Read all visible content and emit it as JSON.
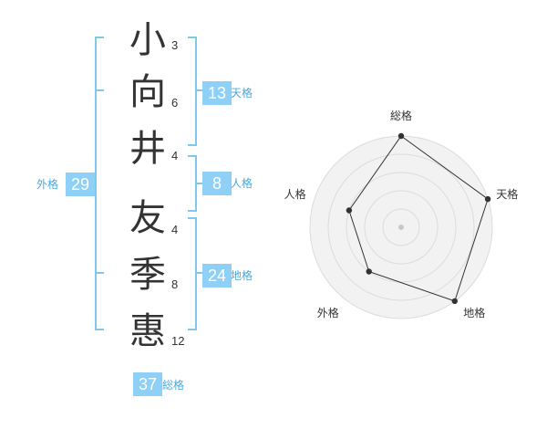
{
  "name_chars": [
    {
      "char": "小",
      "strokes": "3"
    },
    {
      "char": "向",
      "strokes": "6"
    },
    {
      "char": "井",
      "strokes": "4"
    },
    {
      "char": "友",
      "strokes": "4"
    },
    {
      "char": "季",
      "strokes": "8"
    },
    {
      "char": "惠",
      "strokes": "12"
    }
  ],
  "kaku": {
    "tenkaku": {
      "label": "天格",
      "value": "13"
    },
    "jinkaku": {
      "label": "人格",
      "value": "8"
    },
    "chikaku": {
      "label": "地格",
      "value": "24"
    },
    "gaikaku": {
      "label": "外格",
      "value": "29"
    },
    "soukaku": {
      "label": "総格",
      "value": "37"
    }
  },
  "colors": {
    "accent": "#8fd0f6",
    "bracket": "#7fc7ee",
    "label": "#4aa8dc",
    "text": "#333333"
  },
  "chart_data": {
    "type": "radar",
    "axes": [
      "総格",
      "天格",
      "地格",
      "外格",
      "人格"
    ],
    "values": [
      5,
      5,
      5,
      3,
      3
    ],
    "rmax": 5,
    "rings": 5,
    "grid": true,
    "legend": "none"
  }
}
